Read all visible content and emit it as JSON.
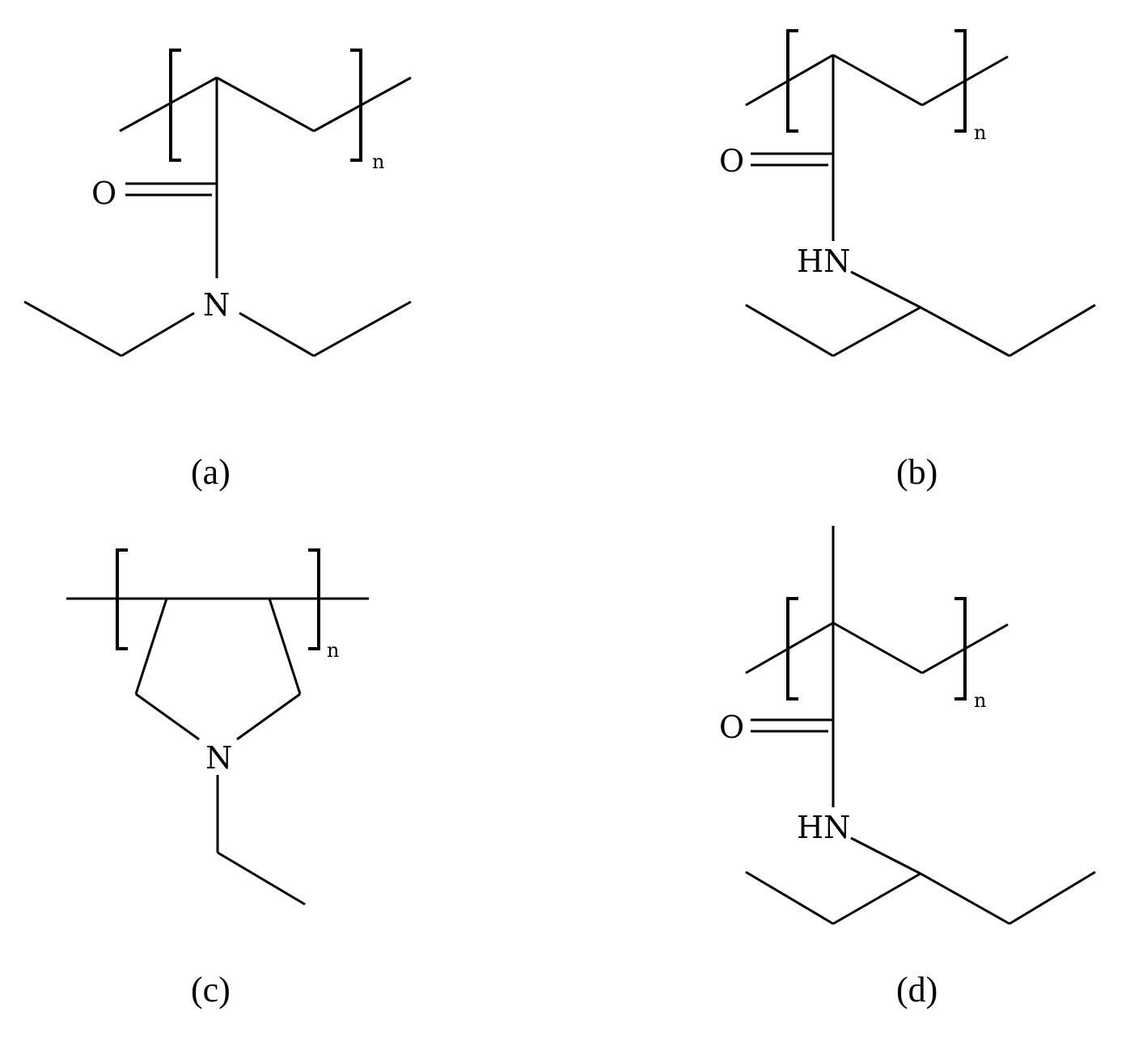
{
  "panels": {
    "a": {
      "caption": "(a)",
      "o": "O",
      "n_atom": "N",
      "sub": "n"
    },
    "b": {
      "caption": "(b)",
      "o": "O",
      "nh": "HN",
      "sub": "n"
    },
    "c": {
      "caption": "(c)",
      "n_atom": "N",
      "sub": "n"
    },
    "d": {
      "caption": "(d)",
      "o": "O",
      "nh": "HN",
      "sub": "n"
    }
  }
}
